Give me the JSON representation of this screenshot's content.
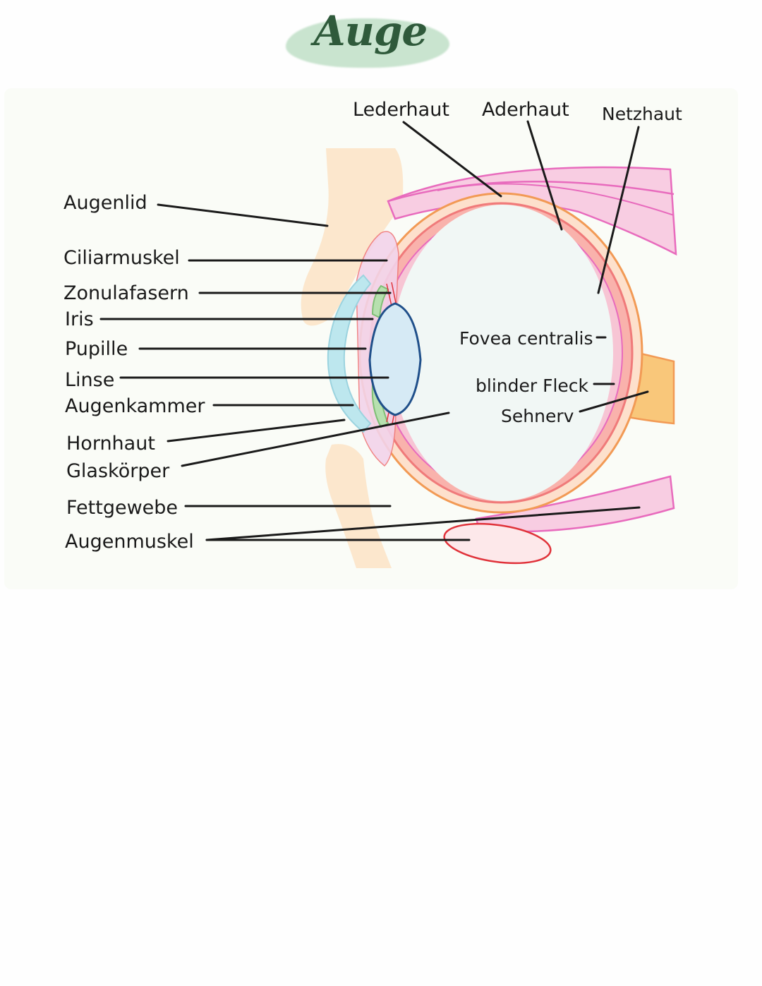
{
  "title": "Auge",
  "labels": {
    "lederhaut": "Lederhaut",
    "aderhaut": "Aderhaut",
    "netzhaut": "Netzhaut",
    "augenlid": "Augenlid",
    "ciliarmuskel": "Ciliarmuskel",
    "zonulafasern": "Zonulafasern",
    "iris": "Iris",
    "pupille": "Pupille",
    "linse": "Linse",
    "augenkammer": "Augenkammer",
    "hornhaut": "Hornhaut",
    "glaskoerper": "Glaskörper",
    "fettgewebe": "Fettgewebe",
    "augenmuskel": "Augenmuskel",
    "fovea": "Fovea centralis",
    "blinder_fleck": "blinder Fleck",
    "sehnerv": "Sehnerv"
  },
  "colors": {
    "title_green": "#2f5a3b",
    "title_blob": "#c9e4cf",
    "eyelid": "#fbe3c6",
    "sclera_orange": "#f29a55",
    "choroid_red": "#f07a7a",
    "retina_pink": "#f6b3c7",
    "muscle_magenta": "#e86bbd",
    "cornea_cyan": "#bde7ee",
    "lens_blue": "#d6eaf5",
    "lens_outline": "#1f4f8a",
    "iris_green": "#9ccf94",
    "vitreous": "#f1f7f5",
    "optic_nerve": "#f9c77a",
    "eye_muscle_red": "#e0323a"
  }
}
